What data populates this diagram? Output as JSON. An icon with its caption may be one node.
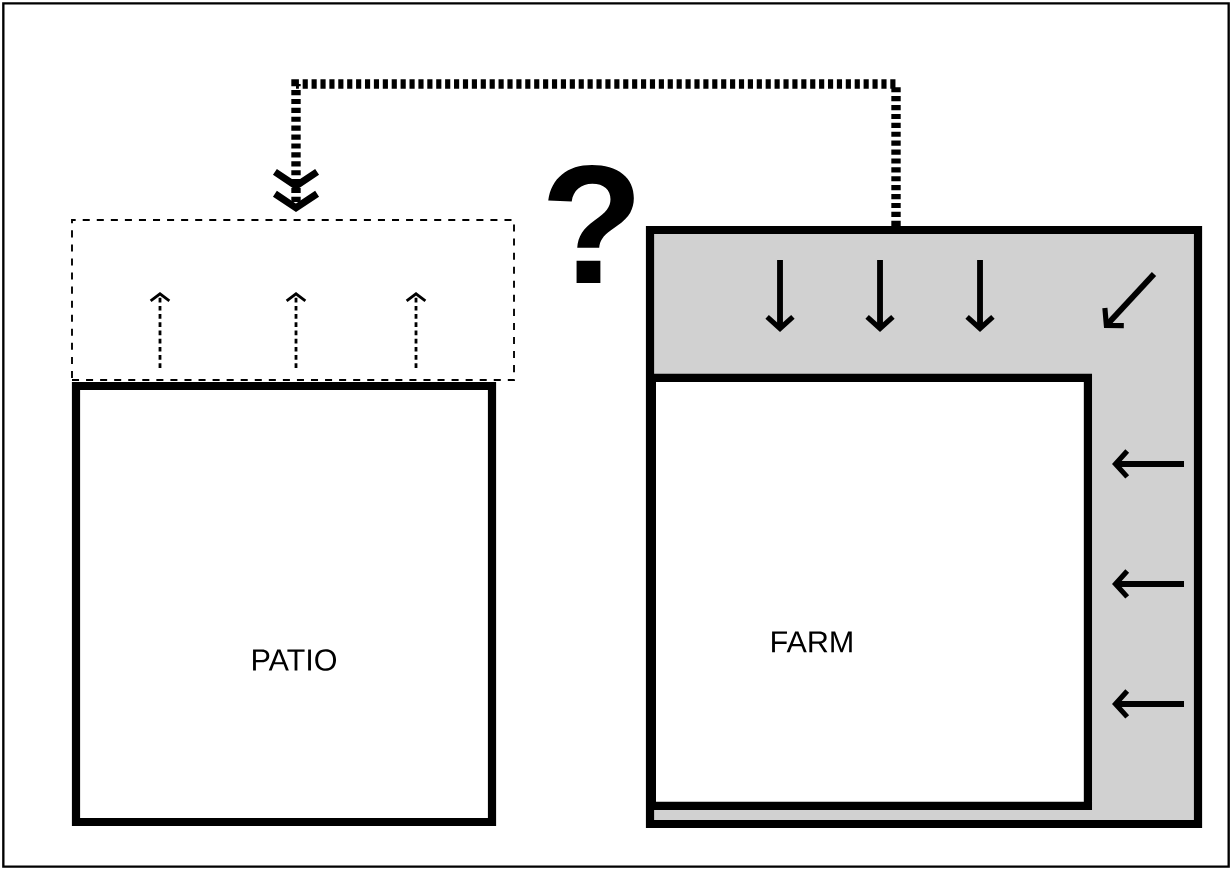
{
  "diagram": {
    "nodes": [
      {
        "text": [
          "PATIO"
        ]
      },
      {
        "text": [],
        "shape": "box"
      },
      {
        "text": [],
        "shape": "box"
      },
      {
        "text": [
          "FARM"
        ],
        "in": 2
      }
    ],
    "edges": [
      {
        "from": 2,
        "to": 1,
        "arrow": "to",
        "style": "dashed"
      }
    ],
    "labels": [
      "?"
    ]
  }
}
